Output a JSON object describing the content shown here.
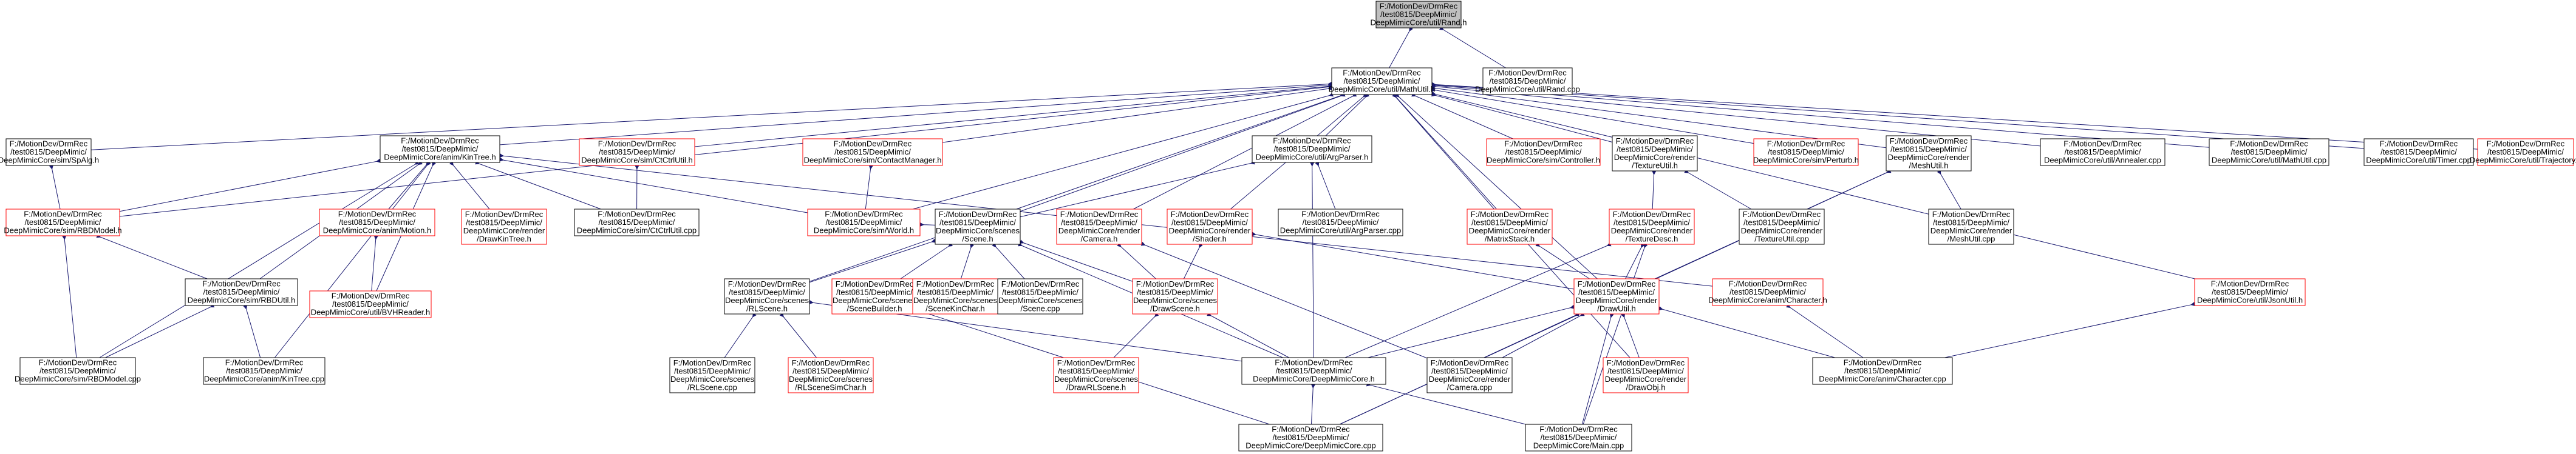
{
  "colors": {
    "edge": "#191970",
    "node_border_documented": "#000000",
    "node_border_undocumented": "#ff0000",
    "node_fill": "#ffffff",
    "root_fill": "#bfbfbf"
  },
  "nodes": [
    {
      "id": "rand_h",
      "lines": [
        "F:/MotionDev/DrmRec",
        "/test0815/DeepMimic/",
        "DeepMimicCore/util/Rand.h"
      ],
      "style": "root"
    },
    {
      "id": "mathutil_h",
      "lines": [
        "F:/MotionDev/DrmRec",
        "/test0815/DeepMimic/",
        "DeepMimicCore/util/MathUtil.h"
      ],
      "style": "black"
    },
    {
      "id": "rand_cpp",
      "lines": [
        "F:/MotionDev/DrmRec",
        "/test0815/DeepMimic/",
        "DeepMimicCore/util/Rand.cpp"
      ],
      "style": "black"
    },
    {
      "id": "spalg_h",
      "lines": [
        "F:/MotionDev/DrmRec",
        "/test0815/DeepMimic/",
        "DeepMimicCore/sim/SpAlg.h"
      ],
      "style": "black"
    },
    {
      "id": "kintree_h",
      "lines": [
        "F:/MotionDev/DrmRec",
        "/test0815/DeepMimic/",
        "DeepMimicCore/anim/KinTree.h"
      ],
      "style": "black"
    },
    {
      "id": "ctctrlutil_h",
      "lines": [
        "F:/MotionDev/DrmRec",
        "/test0815/DeepMimic/",
        "DeepMimicCore/sim/CtCtrlUtil.h"
      ],
      "style": "red"
    },
    {
      "id": "contactmanager_h",
      "lines": [
        "F:/MotionDev/DrmRec",
        "/test0815/DeepMimic/",
        "DeepMimicCore/sim/ContactManager.h"
      ],
      "style": "red"
    },
    {
      "id": "argparser_h",
      "lines": [
        "F:/MotionDev/DrmRec",
        "/test0815/DeepMimic/",
        "DeepMimicCore/util/ArgParser.h"
      ],
      "style": "black"
    },
    {
      "id": "controller_h",
      "lines": [
        "F:/MotionDev/DrmRec",
        "/test0815/DeepMimic/",
        "DeepMimicCore/sim/Controller.h"
      ],
      "style": "red"
    },
    {
      "id": "textureutil_h",
      "lines": [
        "F:/MotionDev/DrmRec",
        "/test0815/DeepMimic/",
        "DeepMimicCore/render",
        "/TextureUtil.h"
      ],
      "style": "black"
    },
    {
      "id": "perturb_h",
      "lines": [
        "F:/MotionDev/DrmRec",
        "/test0815/DeepMimic/",
        "DeepMimicCore/sim/Perturb.h"
      ],
      "style": "red"
    },
    {
      "id": "meshutil_h",
      "lines": [
        "F:/MotionDev/DrmRec",
        "/test0815/DeepMimic/",
        "DeepMimicCore/render",
        "/MeshUtil.h"
      ],
      "style": "black"
    },
    {
      "id": "annealer_cpp",
      "lines": [
        "F:/MotionDev/DrmRec",
        "/test0815/DeepMimic/",
        "DeepMimicCore/util/Annealer.cpp"
      ],
      "style": "black"
    },
    {
      "id": "mathutil_cpp",
      "lines": [
        "F:/MotionDev/DrmRec",
        "/test0815/DeepMimic/",
        "DeepMimicCore/util/MathUtil.cpp"
      ],
      "style": "black"
    },
    {
      "id": "timer_cpp",
      "lines": [
        "F:/MotionDev/DrmRec",
        "/test0815/DeepMimic/",
        "DeepMimicCore/util/Timer.cpp"
      ],
      "style": "black"
    },
    {
      "id": "trajectory_h",
      "lines": [
        "F:/MotionDev/DrmRec",
        "/test0815/DeepMimic/",
        "DeepMimicCore/util/Trajectory.h"
      ],
      "style": "red"
    },
    {
      "id": "rbdmodel_h",
      "lines": [
        "F:/MotionDev/DrmRec",
        "/test0815/DeepMimic/",
        "DeepMimicCore/sim/RBDModel.h"
      ],
      "style": "red"
    },
    {
      "id": "motion_h",
      "lines": [
        "F:/MotionDev/DrmRec",
        "/test0815/DeepMimic/",
        "DeepMimicCore/anim/Motion.h"
      ],
      "style": "red"
    },
    {
      "id": "drawkintree_h",
      "lines": [
        "F:/MotionDev/DrmRec",
        "/test0815/DeepMimic/",
        "DeepMimicCore/render",
        "/DrawKinTree.h"
      ],
      "style": "red"
    },
    {
      "id": "ctctrlutil_cpp",
      "lines": [
        "F:/MotionDev/DrmRec",
        "/test0815/DeepMimic/",
        "DeepMimicCore/sim/CtCtrlUtil.cpp"
      ],
      "style": "black"
    },
    {
      "id": "world_h",
      "lines": [
        "F:/MotionDev/DrmRec",
        "/test0815/DeepMimic/",
        "DeepMimicCore/sim/World.h"
      ],
      "style": "red"
    },
    {
      "id": "scene_h",
      "lines": [
        "F:/MotionDev/DrmRec",
        "/test0815/DeepMimic/",
        "DeepMimicCore/scenes",
        "/Scene.h"
      ],
      "style": "black"
    },
    {
      "id": "camera_h",
      "lines": [
        "F:/MotionDev/DrmRec",
        "/test0815/DeepMimic/",
        "DeepMimicCore/render",
        "/Camera.h"
      ],
      "style": "red"
    },
    {
      "id": "shader_h",
      "lines": [
        "F:/MotionDev/DrmRec",
        "/test0815/DeepMimic/",
        "DeepMimicCore/render",
        "/Shader.h"
      ],
      "style": "red"
    },
    {
      "id": "argparser_cpp",
      "lines": [
        "F:/MotionDev/DrmRec",
        "/test0815/DeepMimic/",
        "DeepMimicCore/util/ArgParser.cpp"
      ],
      "style": "black"
    },
    {
      "id": "matrixstack_h",
      "lines": [
        "F:/MotionDev/DrmRec",
        "/test0815/DeepMimic/",
        "DeepMimicCore/render",
        "/MatrixStack.h"
      ],
      "style": "red"
    },
    {
      "id": "texturedesc_h",
      "lines": [
        "F:/MotionDev/DrmRec",
        "/test0815/DeepMimic/",
        "DeepMimicCore/render",
        "/TextureDesc.h"
      ],
      "style": "red"
    },
    {
      "id": "textureutil_cpp",
      "lines": [
        "F:/MotionDev/DrmRec",
        "/test0815/DeepMimic/",
        "DeepMimicCore/render",
        "/TextureUtil.cpp"
      ],
      "style": "black"
    },
    {
      "id": "meshutil_cpp",
      "lines": [
        "F:/MotionDev/DrmRec",
        "/test0815/DeepMimic/",
        "DeepMimicCore/render",
        "/MeshUtil.cpp"
      ],
      "style": "black"
    },
    {
      "id": "rbdutil_h",
      "lines": [
        "F:/MotionDev/DrmRec",
        "/test0815/DeepMimic/",
        "DeepMimicCore/sim/RBDUtil.h"
      ],
      "style": "black"
    },
    {
      "id": "bvhreader_h",
      "lines": [
        "F:/MotionDev/DrmRec",
        "/test0815/DeepMimic/",
        "DeepMimicCore/util/BVHReader.h"
      ],
      "style": "red"
    },
    {
      "id": "rlscene_h",
      "lines": [
        "F:/MotionDev/DrmRec",
        "/test0815/DeepMimic/",
        "DeepMimicCore/scenes",
        "/RLScene.h"
      ],
      "style": "black"
    },
    {
      "id": "scenebuilder_h",
      "lines": [
        "F:/MotionDev/DrmRec",
        "/test0815/DeepMimic/",
        "DeepMimicCore/scenes",
        "/SceneBuilder.h"
      ],
      "style": "red"
    },
    {
      "id": "scenekinchar_h",
      "lines": [
        "F:/MotionDev/DrmRec",
        "/test0815/DeepMimic/",
        "DeepMimicCore/scenes",
        "/SceneKinChar.h"
      ],
      "style": "red"
    },
    {
      "id": "scene_cpp",
      "lines": [
        "F:/MotionDev/DrmRec",
        "/test0815/DeepMimic/",
        "DeepMimicCore/scenes",
        "/Scene.cpp"
      ],
      "style": "black"
    },
    {
      "id": "drawscene_h",
      "lines": [
        "F:/MotionDev/DrmRec",
        "/test0815/DeepMimic/",
        "DeepMimicCore/scenes",
        "/DrawScene.h"
      ],
      "style": "red"
    },
    {
      "id": "drawutil_h",
      "lines": [
        "F:/MotionDev/DrmRec",
        "/test0815/DeepMimic/",
        "DeepMimicCore/render",
        "/DrawUtil.h"
      ],
      "style": "red"
    },
    {
      "id": "character_h",
      "lines": [
        "F:/MotionDev/DrmRec",
        "/test0815/DeepMimic/",
        "DeepMimicCore/anim/Character.h"
      ],
      "style": "red"
    },
    {
      "id": "jsonutil_h",
      "lines": [
        "F:/MotionDev/DrmRec",
        "/test0815/DeepMimic/",
        "DeepMimicCore/util/JsonUtil.h"
      ],
      "style": "red"
    },
    {
      "id": "rbdmodel_cpp",
      "lines": [
        "F:/MotionDev/DrmRec",
        "/test0815/DeepMimic/",
        "DeepMimicCore/sim/RBDModel.cpp"
      ],
      "style": "black"
    },
    {
      "id": "kintree_cpp",
      "lines": [
        "F:/MotionDev/DrmRec",
        "/test0815/DeepMimic/",
        "DeepMimicCore/anim/KinTree.cpp"
      ],
      "style": "black"
    },
    {
      "id": "rlscene_cpp",
      "lines": [
        "F:/MotionDev/DrmRec",
        "/test0815/DeepMimic/",
        "DeepMimicCore/scenes",
        "/RLScene.cpp"
      ],
      "style": "black"
    },
    {
      "id": "rlscenesimchar_h",
      "lines": [
        "F:/MotionDev/DrmRec",
        "/test0815/DeepMimic/",
        "DeepMimicCore/scenes",
        "/RLSceneSimChar.h"
      ],
      "style": "red"
    },
    {
      "id": "drawrlscene_h",
      "lines": [
        "F:/MotionDev/DrmRec",
        "/test0815/DeepMimic/",
        "DeepMimicCore/scenes",
        "/DrawRLScene.h"
      ],
      "style": "red"
    },
    {
      "id": "deepmimiccore_h",
      "lines": [
        "F:/MotionDev/DrmRec",
        "/test0815/DeepMimic/",
        "DeepMimicCore/DeepMimicCore.h"
      ],
      "style": "black"
    },
    {
      "id": "camera_cpp",
      "lines": [
        "F:/MotionDev/DrmRec",
        "/test0815/DeepMimic/",
        "DeepMimicCore/render",
        "/Camera.cpp"
      ],
      "style": "black"
    },
    {
      "id": "drawobj_h",
      "lines": [
        "F:/MotionDev/DrmRec",
        "/test0815/DeepMimic/",
        "DeepMimicCore/render",
        "/DrawObj.h"
      ],
      "style": "red"
    },
    {
      "id": "character_cpp",
      "lines": [
        "F:/MotionDev/DrmRec",
        "/test0815/DeepMimic/",
        "DeepMimicCore/anim/Character.cpp"
      ],
      "style": "black"
    },
    {
      "id": "deepmimiccore_cpp",
      "lines": [
        "F:/MotionDev/DrmRec",
        "/test0815/DeepMimic/",
        "DeepMimicCore/DeepMimicCore.cpp"
      ],
      "style": "black"
    },
    {
      "id": "main_cpp",
      "lines": [
        "F:/MotionDev/DrmRec",
        "/test0815/DeepMimic/",
        "DeepMimicCore/Main.cpp"
      ],
      "style": "black"
    }
  ],
  "edges": [
    [
      "rand_h",
      "mathutil_h"
    ],
    [
      "rand_h",
      "rand_cpp"
    ],
    [
      "mathutil_h",
      "spalg_h"
    ],
    [
      "mathutil_h",
      "kintree_h"
    ],
    [
      "mathutil_h",
      "ctctrlutil_h"
    ],
    [
      "mathutil_h",
      "contactmanager_h"
    ],
    [
      "mathutil_h",
      "argparser_h"
    ],
    [
      "mathutil_h",
      "controller_h"
    ],
    [
      "mathutil_h",
      "textureutil_h"
    ],
    [
      "mathutil_h",
      "perturb_h"
    ],
    [
      "mathutil_h",
      "meshutil_h"
    ],
    [
      "mathutil_h",
      "annealer_cpp"
    ],
    [
      "mathutil_h",
      "mathutil_cpp"
    ],
    [
      "mathutil_h",
      "timer_cpp"
    ],
    [
      "mathutil_h",
      "trajectory_h"
    ],
    [
      "mathutil_h",
      "rbdmodel_h"
    ],
    [
      "mathutil_h",
      "world_h"
    ],
    [
      "mathutil_h",
      "scene_h"
    ],
    [
      "mathutil_h",
      "camera_h"
    ],
    [
      "mathutil_h",
      "shader_h"
    ],
    [
      "mathutil_h",
      "matrixstack_h"
    ],
    [
      "mathutil_h",
      "drawutil_h"
    ],
    [
      "mathutil_h",
      "jsonutil_h"
    ],
    [
      "mathutil_h",
      "rlscene_h"
    ],
    [
      "mathutil_h",
      "drawobj_h"
    ],
    [
      "spalg_h",
      "rbdmodel_h"
    ],
    [
      "kintree_h",
      "rbdmodel_h"
    ],
    [
      "kintree_h",
      "motion_h"
    ],
    [
      "kintree_h",
      "drawkintree_h"
    ],
    [
      "kintree_h",
      "ctctrlutil_cpp"
    ],
    [
      "kintree_h",
      "world_h"
    ],
    [
      "kintree_h",
      "rbdutil_h"
    ],
    [
      "kintree_h",
      "bvhreader_h"
    ],
    [
      "kintree_h",
      "character_h"
    ],
    [
      "kintree_h",
      "rbdmodel_cpp"
    ],
    [
      "kintree_h",
      "kintree_cpp"
    ],
    [
      "ctctrlutil_h",
      "ctctrlutil_cpp"
    ],
    [
      "contactmanager_h",
      "world_h"
    ],
    [
      "argparser_h",
      "scene_h"
    ],
    [
      "argparser_h",
      "argparser_cpp"
    ],
    [
      "argparser_h",
      "deepmimiccore_h"
    ],
    [
      "textureutil_h",
      "texturedesc_h"
    ],
    [
      "textureutil_h",
      "textureutil_cpp"
    ],
    [
      "meshutil_h",
      "drawutil_h"
    ],
    [
      "meshutil_h",
      "meshutil_cpp"
    ],
    [
      "meshutil_h",
      "deepmimiccore_cpp"
    ],
    [
      "rbdmodel_h",
      "rbdutil_h"
    ],
    [
      "rbdmodel_h",
      "rbdmodel_cpp"
    ],
    [
      "motion_h",
      "bvhreader_h"
    ],
    [
      "world_h",
      "scene_h"
    ],
    [
      "scene_h",
      "rlscene_h"
    ],
    [
      "scene_h",
      "scenebuilder_h"
    ],
    [
      "scene_h",
      "scenekinchar_h"
    ],
    [
      "scene_h",
      "scene_cpp"
    ],
    [
      "scene_h",
      "drawscene_h"
    ],
    [
      "scene_h",
      "deepmimiccore_h"
    ],
    [
      "camera_h",
      "drawscene_h"
    ],
    [
      "camera_h",
      "camera_cpp"
    ],
    [
      "shader_h",
      "drawscene_h"
    ],
    [
      "shader_h",
      "drawutil_h"
    ],
    [
      "matrixstack_h",
      "drawutil_h"
    ],
    [
      "texturedesc_h",
      "drawutil_h"
    ],
    [
      "texturedesc_h",
      "deepmimiccore_h"
    ],
    [
      "texturedesc_h",
      "main_cpp"
    ],
    [
      "rbdutil_h",
      "rbdmodel_cpp"
    ],
    [
      "rbdutil_h",
      "kintree_cpp"
    ],
    [
      "rlscene_h",
      "rlscene_cpp"
    ],
    [
      "rlscene_h",
      "rlscenesimchar_h"
    ],
    [
      "rlscene_h",
      "deepmimiccore_h"
    ],
    [
      "scenebuilder_h",
      "deepmimiccore_cpp"
    ],
    [
      "drawscene_h",
      "drawrlscene_h"
    ],
    [
      "drawscene_h",
      "deepmimiccore_h"
    ],
    [
      "drawutil_h",
      "camera_cpp"
    ],
    [
      "drawutil_h",
      "drawobj_h"
    ],
    [
      "drawutil_h",
      "character_cpp"
    ],
    [
      "drawutil_h",
      "deepmimiccore_h"
    ],
    [
      "drawutil_h",
      "deepmimiccore_cpp"
    ],
    [
      "drawutil_h",
      "main_cpp"
    ],
    [
      "character_h",
      "character_cpp"
    ],
    [
      "jsonutil_h",
      "character_cpp"
    ],
    [
      "deepmimiccore_h",
      "deepmimiccore_cpp"
    ],
    [
      "deepmimiccore_h",
      "main_cpp"
    ]
  ]
}
